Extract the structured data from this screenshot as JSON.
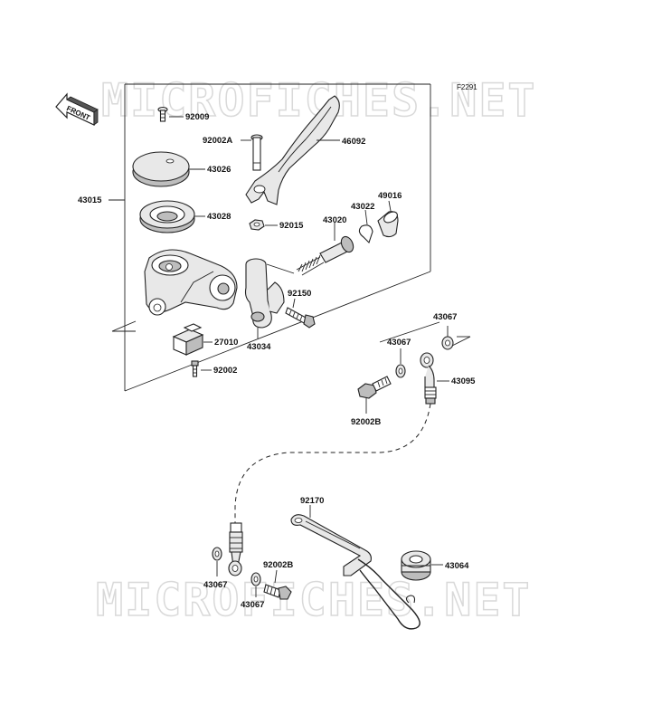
{
  "diagram_code": "F2291",
  "watermarks": [
    "MICROFICHES.NET",
    "MICROFICHES.NET"
  ],
  "front_arrow_label": "FRONT",
  "parts": {
    "p92009": "92009",
    "p92002A": "92002A",
    "p46092": "46092",
    "p43026": "43026",
    "p43015": "43015",
    "p43028": "43028",
    "p43022": "43022",
    "p49016": "49016",
    "p92015": "92015",
    "p43020": "43020",
    "p92150": "92150",
    "p43067_top": "43067",
    "p43067_mid": "43067",
    "p27010": "27010",
    "p43034": "43034",
    "p43095": "43095",
    "p92002": "92002",
    "p92002B_top": "92002B",
    "p92170": "92170",
    "p43064": "43064",
    "p92002B_bottom": "92002B",
    "p43067_bl": "43067",
    "p43067_bm": "43067"
  }
}
